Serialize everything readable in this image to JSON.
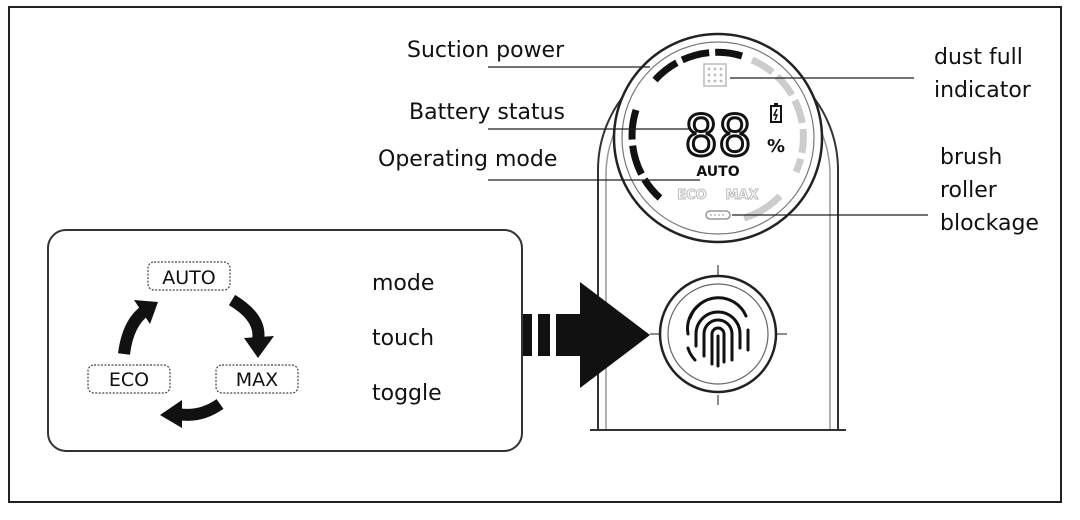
{
  "labels": {
    "suction_power": "Suction power",
    "battery_status": "Battery status",
    "operating_mode": "Operating mode",
    "dust_full": "dust full\nindicator",
    "brush_roller": "brush\nroller\nblockage"
  },
  "display": {
    "digits": "88",
    "percent": "%",
    "mode_active": "AUTO",
    "mode_eco": "ECO",
    "mode_max": "MAX"
  },
  "mode_cycle": {
    "modes": [
      "AUTO",
      "MAX",
      "ECO"
    ],
    "caption": [
      "mode",
      "touch",
      "toggle"
    ]
  }
}
